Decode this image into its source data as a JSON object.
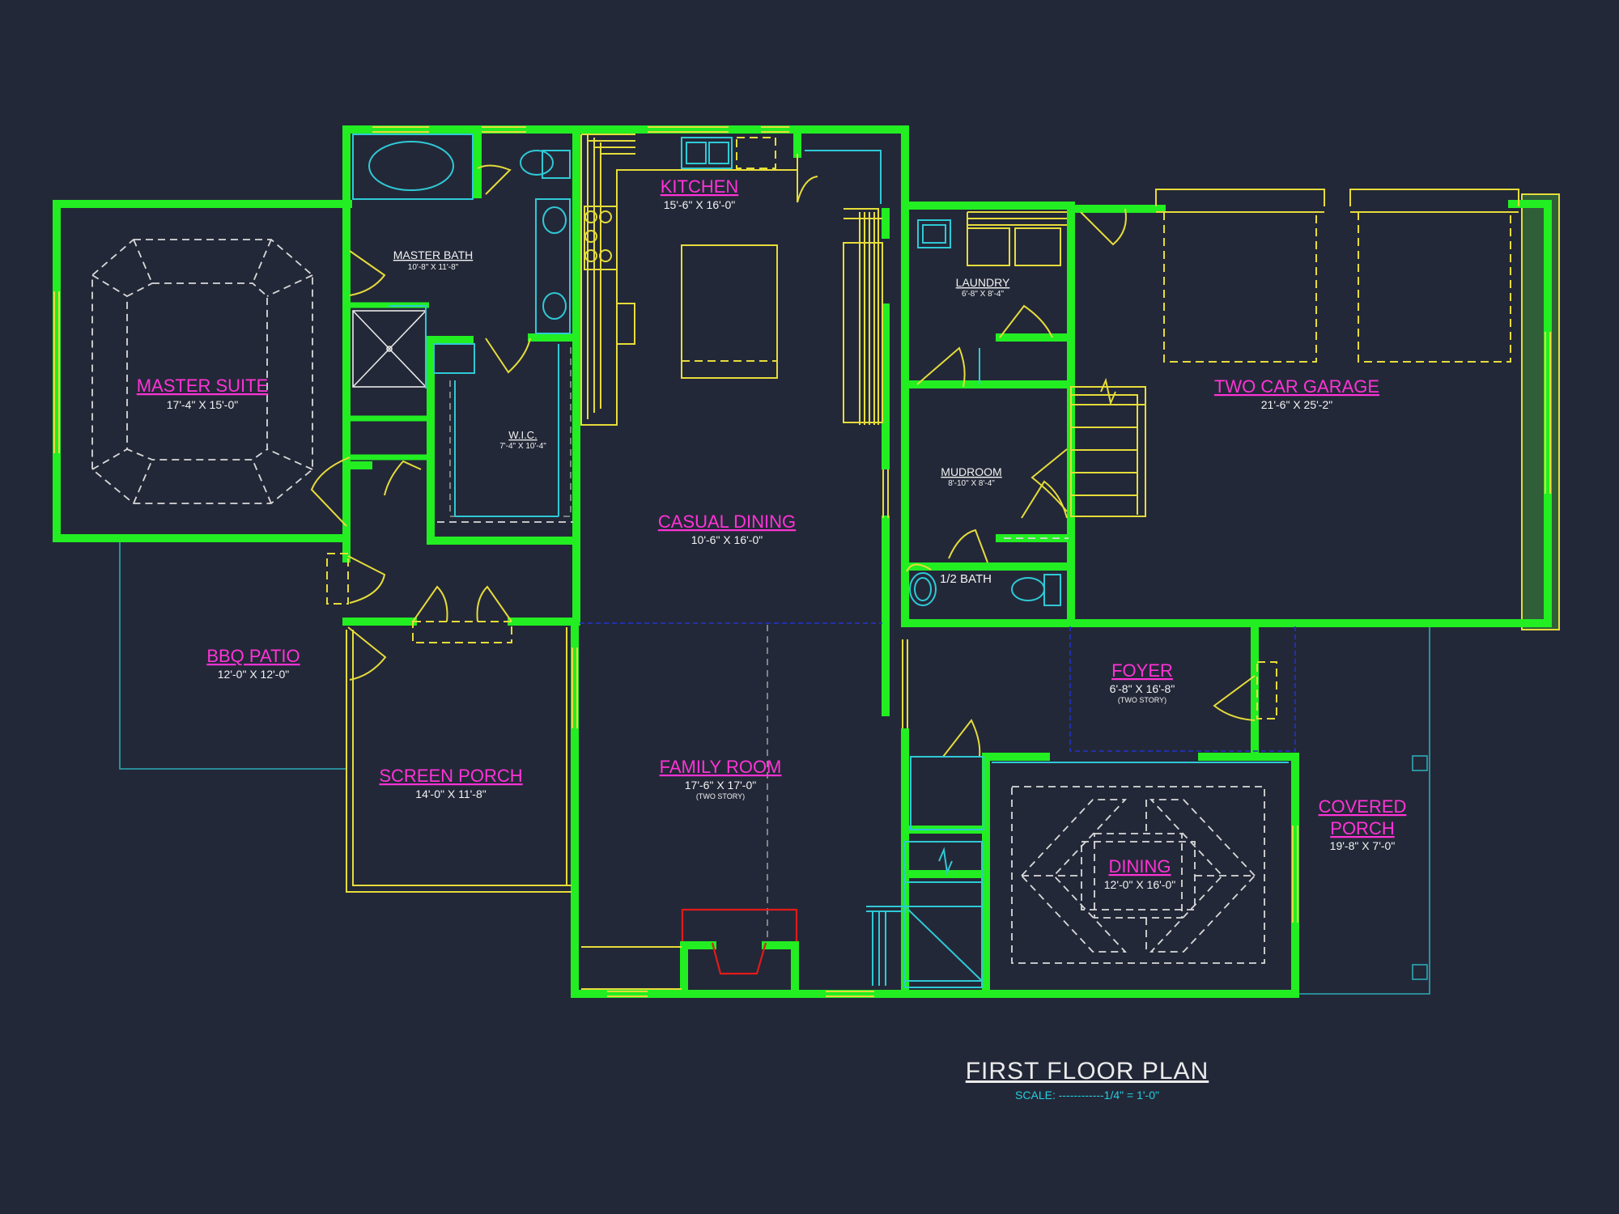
{
  "plan": {
    "title": "FIRST FLOOR PLAN",
    "scale": "SCALE: ------------1/4\" = 1'-0\""
  },
  "rooms": {
    "master_suite": {
      "name": "MASTER SUITE",
      "dims": "17'-4\" X 15'-0\""
    },
    "master_bath": {
      "name": "MASTER BATH",
      "dims": "10'-8\" X 11'-8\""
    },
    "wic": {
      "name": "W.I.C.",
      "dims": "7'-4\" X 10'-4\""
    },
    "kitchen": {
      "name": "KITCHEN",
      "dims": "15'-6\" X 16'-0\""
    },
    "casual_dining": {
      "name": "CASUAL DINING",
      "dims": "10'-6\" X 16'-0\""
    },
    "laundry": {
      "name": "LAUNDRY",
      "dims": "6'-8\" X 8'-4\""
    },
    "mudroom": {
      "name": "MUDROOM",
      "dims": "8'-10\" X 8'-4\""
    },
    "half_bath": {
      "name": "1/2 BATH"
    },
    "garage": {
      "name": "TWO CAR GARAGE",
      "dims": "21'-6\" X 25'-2\""
    },
    "bbq_patio": {
      "name": "BBQ PATIO",
      "dims": "12'-0\" X 12'-0\""
    },
    "screen_porch": {
      "name": "SCREEN PORCH",
      "dims": "14'-0\" X 11'-8\""
    },
    "family_room": {
      "name": "FAMILY ROOM",
      "dims": "17'-6\" X 17'-0\"",
      "note": "(TWO STORY)"
    },
    "foyer": {
      "name": "FOYER",
      "dims": "6'-8\" X 16'-8\"",
      "note": "(TWO STORY)"
    },
    "dining": {
      "name": "DINING",
      "dims": "12'-0\" X 16'-0\""
    },
    "covered_porch": {
      "name_line1": "COVERED",
      "name_line2": "PORCH",
      "dims": "19'-8\" X 7'-0\""
    }
  },
  "colors": {
    "background": "#232838",
    "walls": "#22ee22",
    "fixtures": "#e6dc3a",
    "plumbing": "#2fc9d6",
    "room_labels": "#ff33d6",
    "dimensions": "#f2f2f2",
    "fireplace": "#e21a1a"
  }
}
